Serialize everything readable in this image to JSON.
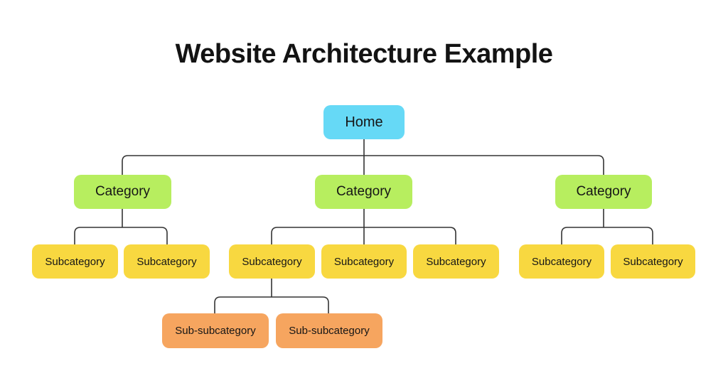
{
  "title": "Website Architecture Example",
  "colors": {
    "background": "#FFFFFF",
    "text": "#131313",
    "line": "#333333",
    "home": "#66D9F6",
    "category": "#B7EE5F",
    "subcategory": "#F8D840",
    "sub_subcategory": "#F6A55F"
  },
  "nodes": [
    {
      "id": "home",
      "label": "Home",
      "level": "home",
      "parent": null
    },
    {
      "id": "category-left",
      "label": "Category",
      "level": "category",
      "parent": "home"
    },
    {
      "id": "category-center",
      "label": "Category",
      "level": "category",
      "parent": "home"
    },
    {
      "id": "category-right",
      "label": "Category",
      "level": "category",
      "parent": "home"
    },
    {
      "id": "subcategory-left-1",
      "label": "Subcategory",
      "level": "subcategory",
      "parent": "category-left"
    },
    {
      "id": "subcategory-left-2",
      "label": "Subcategory",
      "level": "subcategory",
      "parent": "category-left"
    },
    {
      "id": "subcategory-center-1",
      "label": "Subcategory",
      "level": "subcategory",
      "parent": "category-center"
    },
    {
      "id": "subcategory-center-2",
      "label": "Subcategory",
      "level": "subcategory",
      "parent": "category-center"
    },
    {
      "id": "subcategory-center-3",
      "label": "Subcategory",
      "level": "subcategory",
      "parent": "category-center"
    },
    {
      "id": "subcategory-right-1",
      "label": "Subcategory",
      "level": "subcategory",
      "parent": "category-right"
    },
    {
      "id": "subcategory-right-2",
      "label": "Subcategory",
      "level": "subcategory",
      "parent": "category-right"
    },
    {
      "id": "sub-subcategory-1",
      "label": "Sub-subcategory",
      "level": "sub_subcategory",
      "parent": "subcategory-center-1"
    },
    {
      "id": "sub-subcategory-2",
      "label": "Sub-subcategory",
      "level": "sub_subcategory",
      "parent": "subcategory-center-1"
    }
  ]
}
